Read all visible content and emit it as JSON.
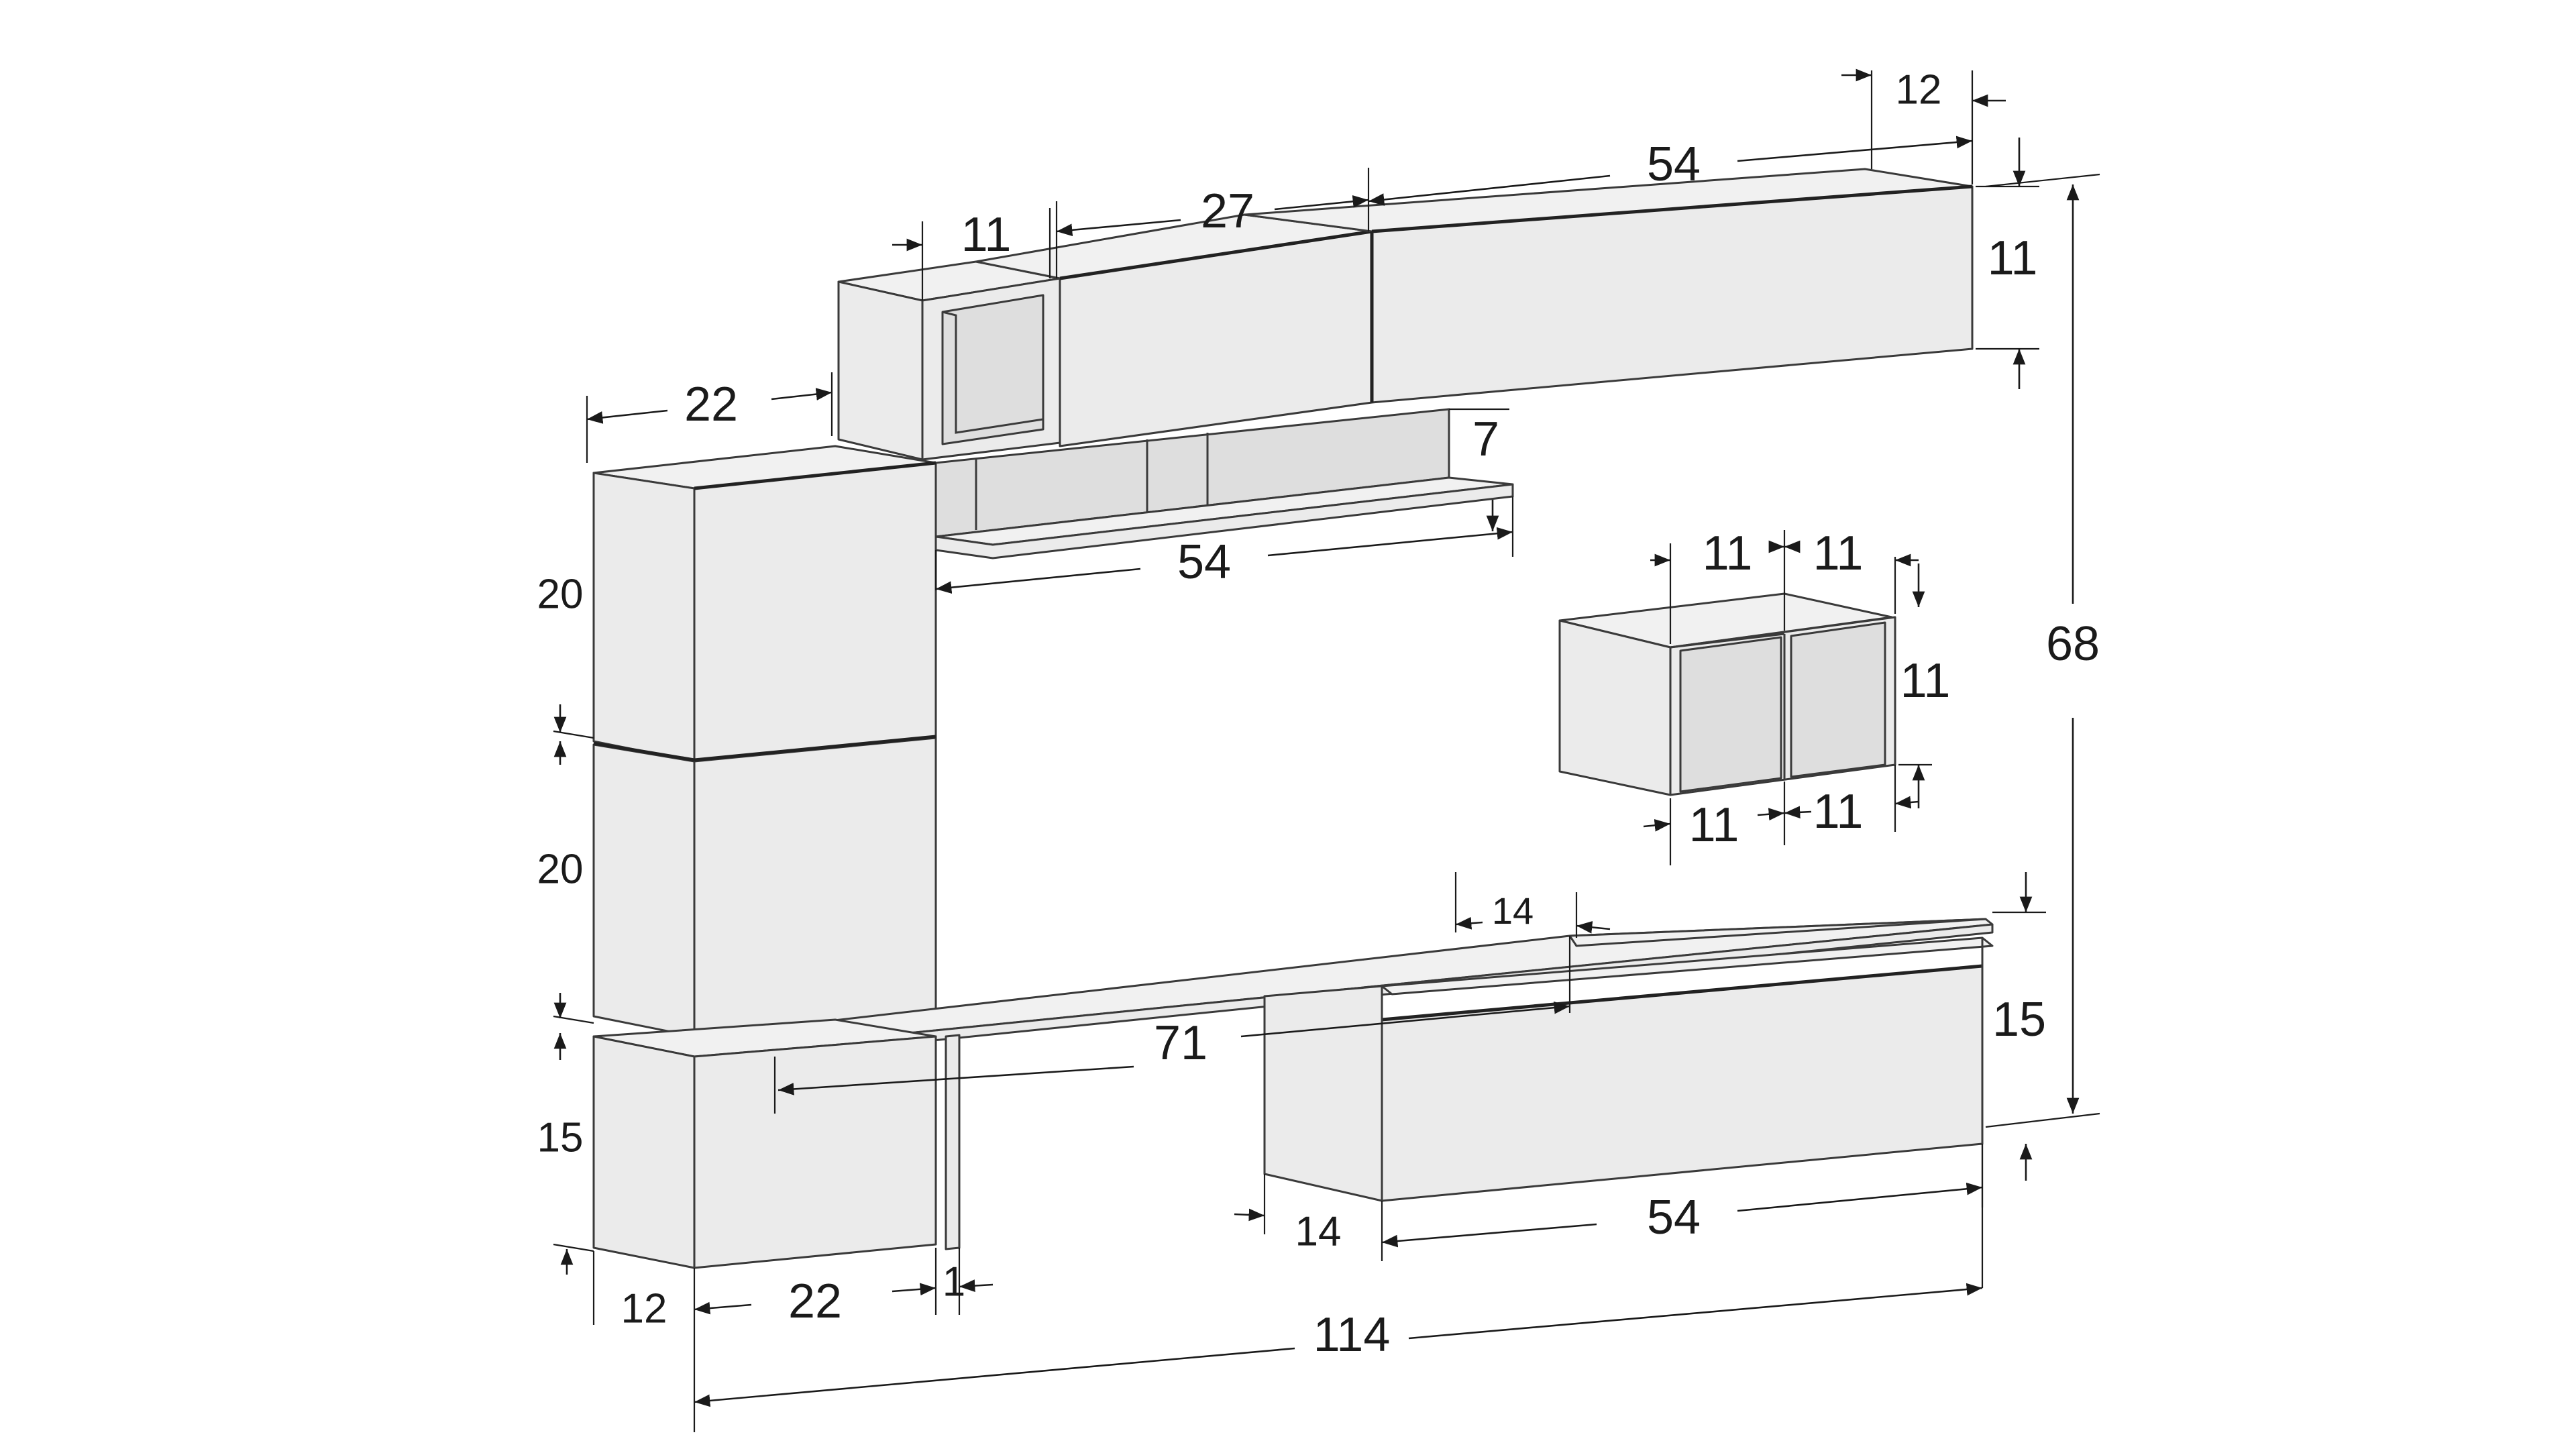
{
  "dimensions": {
    "top_box_depth": "12",
    "top_long_cabinet_width": "54",
    "top_mid_cabinet_width": "27",
    "top_cube_width": "11",
    "top_long_cabinet_height": "11",
    "overall_height": "68",
    "tall_unit_depth": "22",
    "shelf_height": "7",
    "shelf_width": "54",
    "tall_upper_height": "20",
    "tall_lower_height": "20",
    "base_left_height": "15",
    "base_left_depth": "12",
    "base_left_width": "22",
    "leg_gap": "1",
    "overall_width": "114",
    "bench_width": "71",
    "bench_step_depth": "14",
    "base_right_height": "15",
    "base_right_depth": "14",
    "base_right_width": "54",
    "cube_pair_left_width": "11",
    "cube_pair_right_width": "11",
    "cube_pair_height": "11",
    "cube_pair_bottom_left": "11",
    "cube_pair_bottom_right": "11"
  }
}
